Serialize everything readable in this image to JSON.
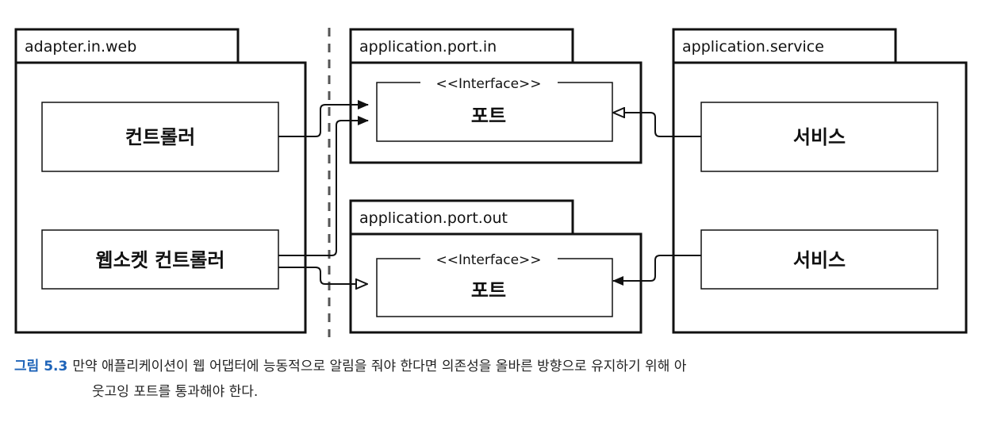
{
  "packages": {
    "adapter_web": "adapter.in.web",
    "port_in": "application.port.in",
    "service": "application.service",
    "port_out": "application.port.out"
  },
  "boxes": {
    "controller": "컨트롤러",
    "websocket_controller": "웹소켓 컨트롤러",
    "port_in": "포트",
    "port_out": "포트",
    "service_top": "서비스",
    "service_bottom": "서비스"
  },
  "stereotype": "<<Interface>>",
  "caption": {
    "figure_number": "그림 5.3",
    "line1": "만약 애플리케이션이 웹 어댑터에 능동적으로 알림을 줘야 한다면 의존성을 올바른 방향으로 유지하기 위해 아",
    "line2": "웃고잉 포트를 통과해야 한다."
  },
  "colors": {
    "stroke": "#111111",
    "caption_number": "#1d63b8",
    "background": "#ffffff"
  }
}
